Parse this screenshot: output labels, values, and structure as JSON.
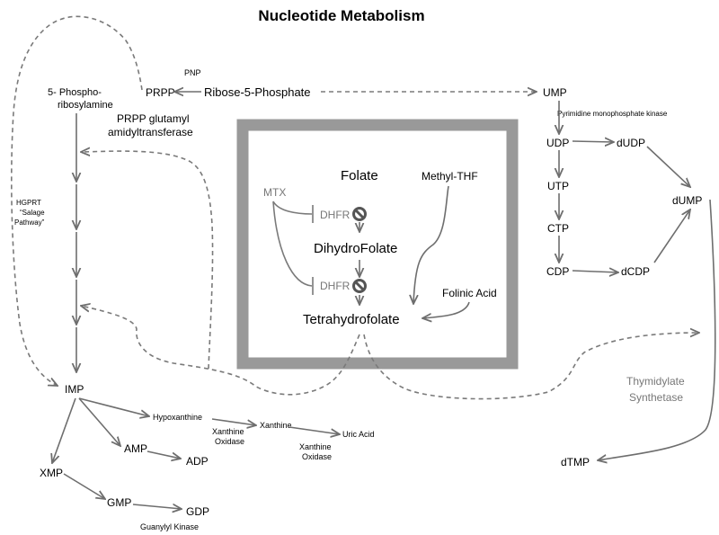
{
  "title": "Nucleotide Metabolism",
  "labels": {
    "pnp": "PNP",
    "prpp": "PRPP",
    "ribose5p": "Ribose-5-Phosphate",
    "ump": "UMP",
    "phospho1": "5- Phospho-",
    "phospho2": "ribosylamine",
    "prppgat1": "PRPP glutamyl",
    "prppgat2": "amidyltransferase",
    "pyrkinase": "Pyrimidine monophosphate kinase",
    "udp": "UDP",
    "dudp": "dUDP",
    "utp": "UTP",
    "ctp": "CTP",
    "cdp": "CDP",
    "dcdp": "dCDP",
    "dump": "dUMP",
    "hgprt1": "HGPRT",
    "hgprt2": "“Salage",
    "hgprt3": "Pathway”",
    "mtx": "MTX",
    "folate": "Folate",
    "methylthf": "Methyl-THF",
    "dhfr1": "DHFR",
    "dihydrofolate": "DihydroFolate",
    "dhfr2": "DHFR",
    "folinic": "Folinic Acid",
    "thf": "Tetrahydrofolate",
    "imp": "IMP",
    "hypoxanthine": "Hypoxanthine",
    "xanthine": "Xanthine",
    "xo1a": "Xanthine",
    "xo1b": "Oxidase",
    "uricacid": "Uric Acid",
    "xo2a": "Xanthine",
    "xo2b": "Oxidase",
    "amp": "AMP",
    "adp": "ADP",
    "xmp": "XMP",
    "gmp": "GMP",
    "gdp": "GDP",
    "guanylyl": "Guanylyl Kinase",
    "ts1": "Thymidylate",
    "ts2": "Synthetase",
    "dtmp": "dTMP"
  },
  "colors": {
    "arrow": "#6e6e6e",
    "box_border": "#999999",
    "enzyme_gray": "#777777"
  }
}
